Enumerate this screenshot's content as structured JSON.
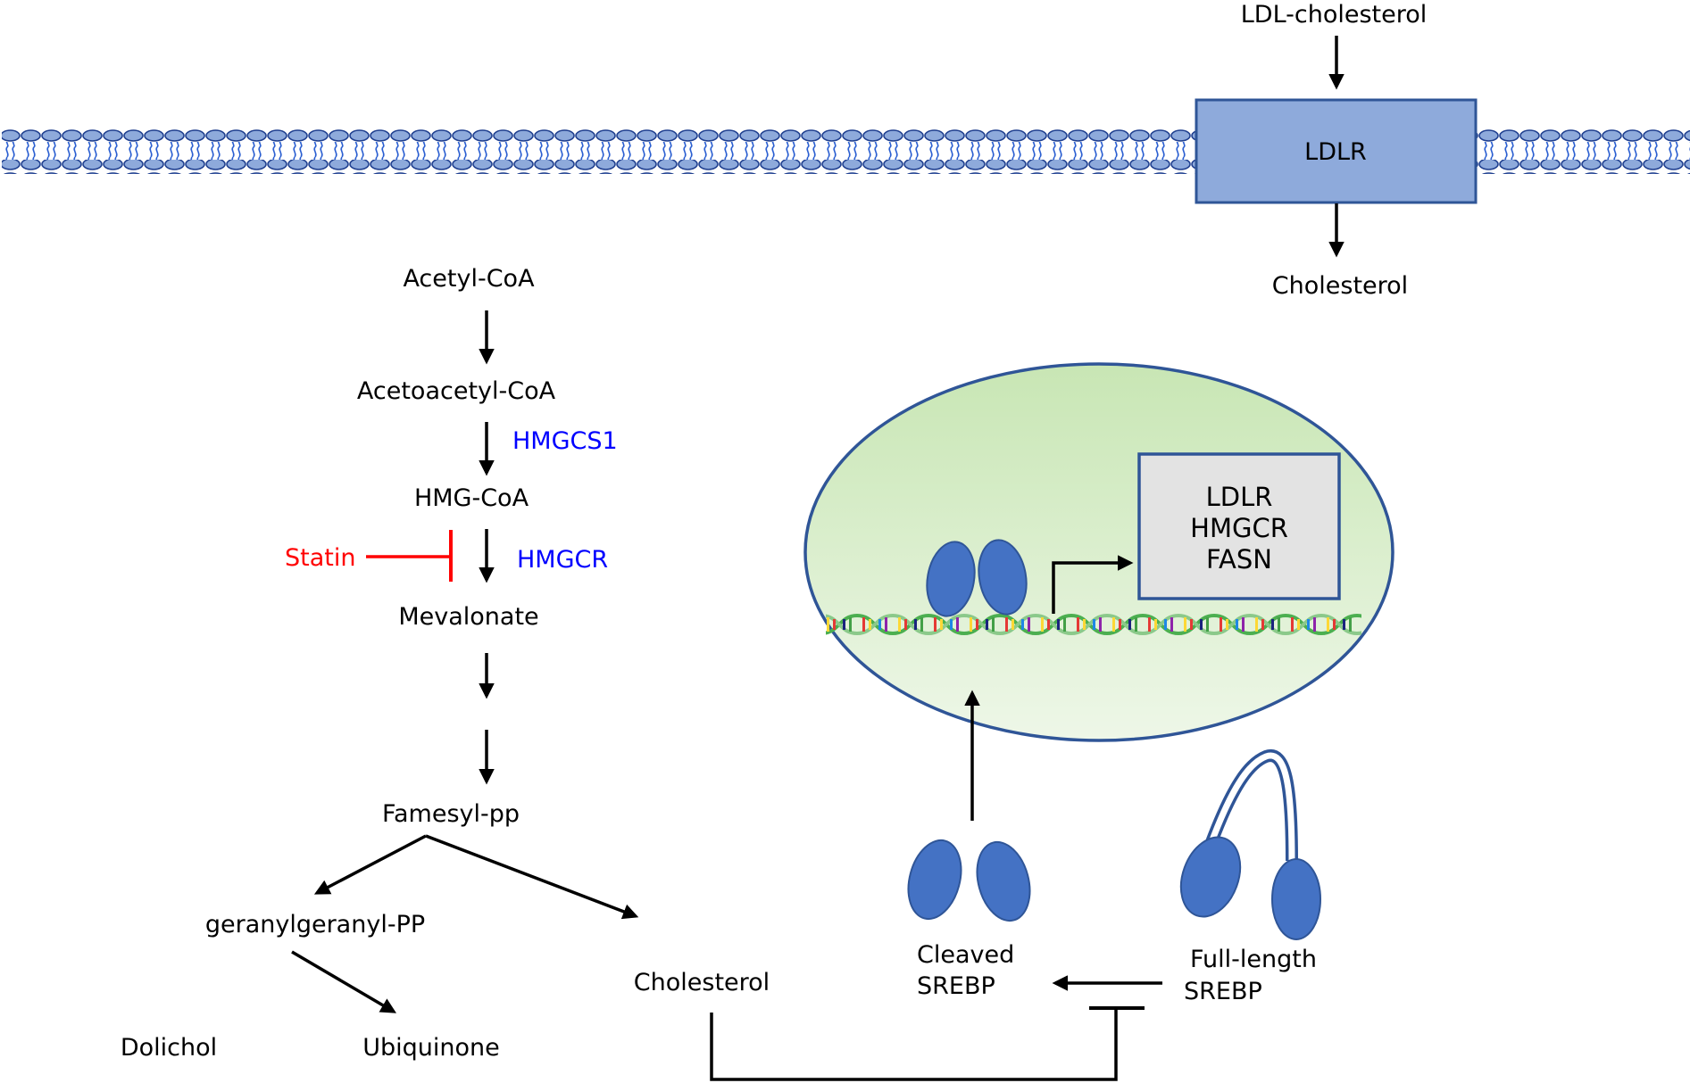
{
  "top": {
    "ldl_cholesterol": "LDL-cholesterol",
    "ldlr_receptor": "LDLR",
    "cholesterol_uptake": "Cholesterol"
  },
  "pathway": {
    "acetyl_coa": "Acetyl-CoA",
    "acetoacetyl_coa": "Acetoacetyl-CoA",
    "hmg_coa": "HMG-CoA",
    "mevalonate": "Mevalonate",
    "famesyl_pp": "Famesyl-pp",
    "geranylgeranyl_pp": "geranylgeranyl-PP",
    "cholesterol": "Cholesterol",
    "dolichol": "Dolichol",
    "ubiquinone": "Ubiquinone"
  },
  "enzymes": {
    "hmgcs1": "HMGCS1",
    "hmgcr": "HMGCR",
    "statin": "Statin"
  },
  "nucleus": {
    "target_genes": [
      "LDLR",
      "HMGCR",
      "FASN"
    ]
  },
  "srebp": {
    "cleaved_line1": "Cleaved",
    "cleaved_line2": "SREBP",
    "full_line1": "Full-length",
    "full_line2": "SREBP"
  },
  "colors": {
    "enzyme_blue": "#0000ff",
    "statin_red": "#ff0000",
    "receptor_fill": "#8eaadb",
    "receptor_stroke": "#2f5597",
    "protein_blue": "#4472c4",
    "nucleus_stroke": "#2f5597",
    "gene_box_fill": "#e3e3e3"
  }
}
